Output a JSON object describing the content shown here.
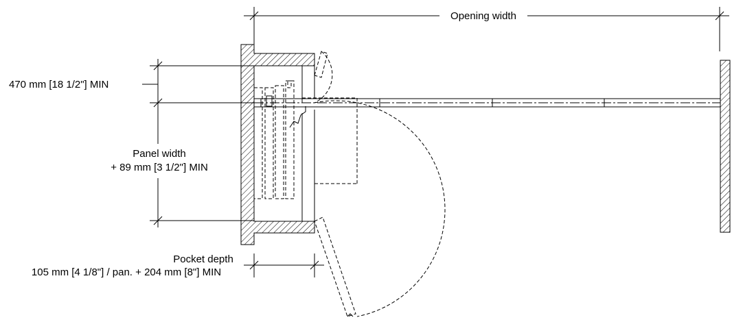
{
  "labels": {
    "opening_width": "Opening width",
    "clearance_min": "470 mm [18 1/2\"] MIN",
    "panel_width_line1": "Panel width",
    "panel_width_line2": "+ 89 mm [3 1/2\"] MIN",
    "pocket_depth_line1": "Pocket depth",
    "pocket_depth_line2": "105 mm [4 1/8\"] / pan. + 204 mm [8\"] MIN"
  }
}
